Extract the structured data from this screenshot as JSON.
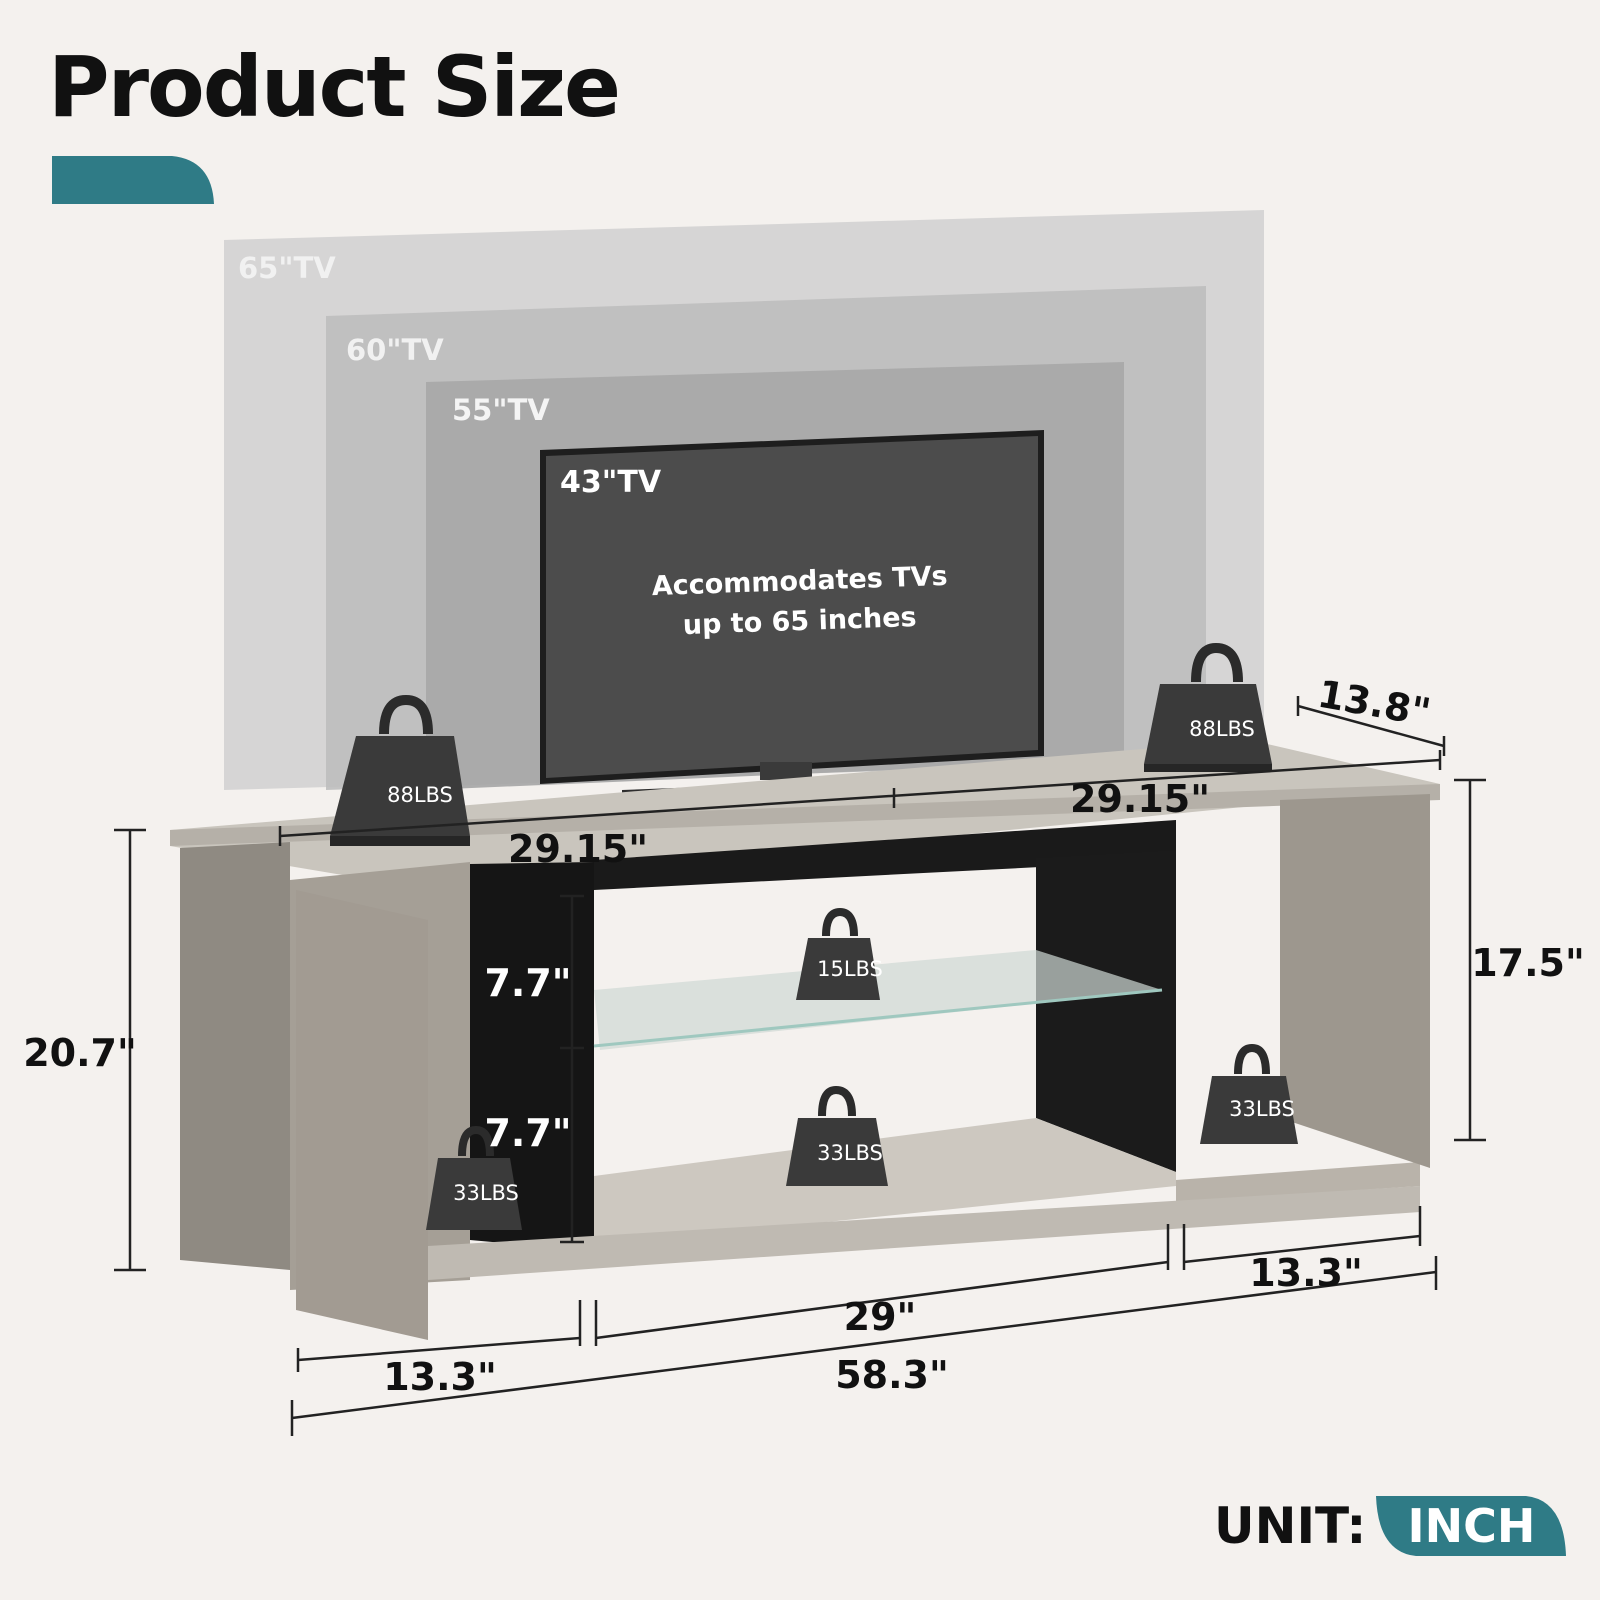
{
  "title": "Product Size",
  "accent_color": "#2f7b86",
  "tv_sizes": [
    "65\"TV",
    "60\"TV",
    "55\"TV",
    "43\"TV"
  ],
  "tv_screen_text": [
    "Accommodates TVs",
    "up to 65 inches"
  ],
  "weights": {
    "top_left": "88LBS",
    "top_right": "88LBS",
    "glass_shelf": "15LBS",
    "left_cabinet": "33LBS",
    "middle_bottom": "33LBS",
    "right_cabinet": "33LBS"
  },
  "dimensions": {
    "depth": "13.8\"",
    "top_left_width": "29.15\"",
    "top_right_width": "29.15\"",
    "total_height": "20.7\"",
    "inner_height": "17.5\"",
    "upper_shelf_gap": "7.7\"",
    "lower_shelf_gap": "7.7\"",
    "left_section": "13.3\"",
    "middle_section": "29\"",
    "right_section": "13.3\"",
    "total_width": "58.3\""
  },
  "unit": {
    "label": "UNIT:",
    "value": "INCH"
  }
}
